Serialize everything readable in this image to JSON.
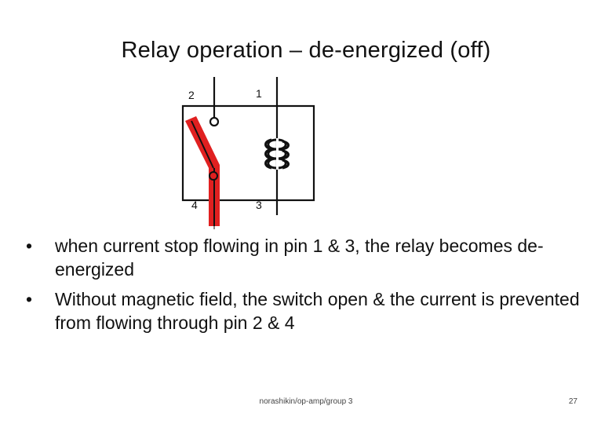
{
  "slide": {
    "title": "Relay operation – de-energized (off)",
    "footer": "norashikin/op-amp/group 3",
    "page_number": "27"
  },
  "diagram": {
    "pin_labels": [
      "2",
      "1",
      "4",
      "3"
    ],
    "switch_color": "#e02020",
    "line_color": "#111111"
  },
  "bullets": [
    {
      "mark": "•",
      "text": "when current stop flowing in pin 1 & 3, the relay becomes de-energized"
    },
    {
      "mark": "•",
      "text": "Without magnetic field, the switch open & the current is prevented from flowing through pin 2 & 4"
    }
  ]
}
